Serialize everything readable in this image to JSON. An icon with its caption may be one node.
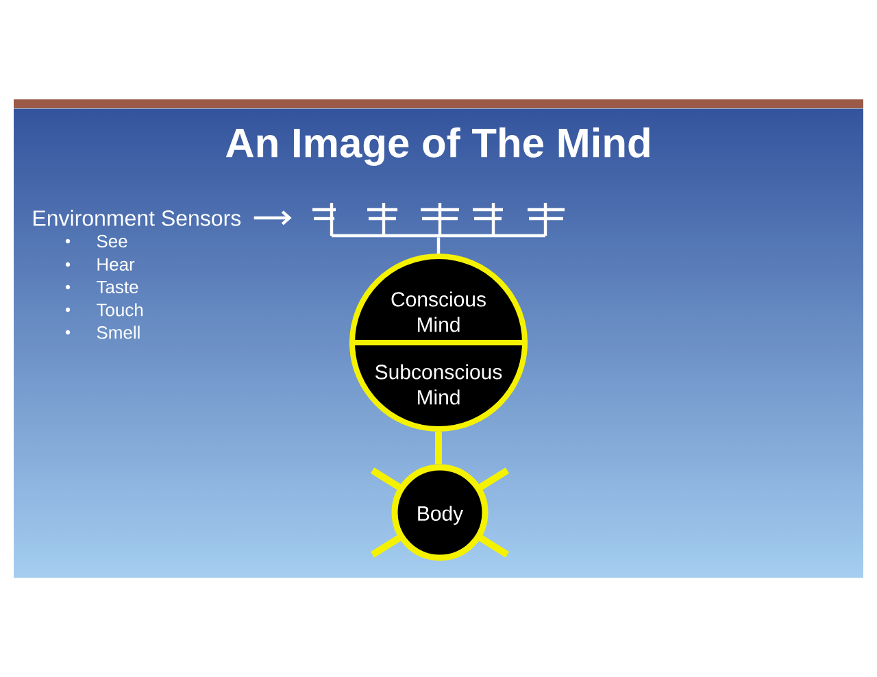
{
  "diagram": {
    "title": "An Image of The Mind",
    "nodes": [
      {
        "text": [
          "Environment Sensors"
        ]
      },
      {
        "text": [],
        "shape": "picture"
      },
      {
        "text": [
          "Conscious Mind",
          "Subconscious Mind"
        ]
      },
      {
        "text": [
          "Body"
        ]
      }
    ],
    "edges": [
      {
        "from": 0,
        "to": 1,
        "arrow": "to"
      },
      {
        "from": 1,
        "to": 2,
        "arrow": "none"
      },
      {
        "from": 2,
        "to": 3,
        "arrow": "none",
        "style": "thick",
        "color": "#f5f200"
      }
    ],
    "labels": [
      "See",
      "Hear",
      "Taste",
      "Touch",
      "Smell"
    ]
  }
}
